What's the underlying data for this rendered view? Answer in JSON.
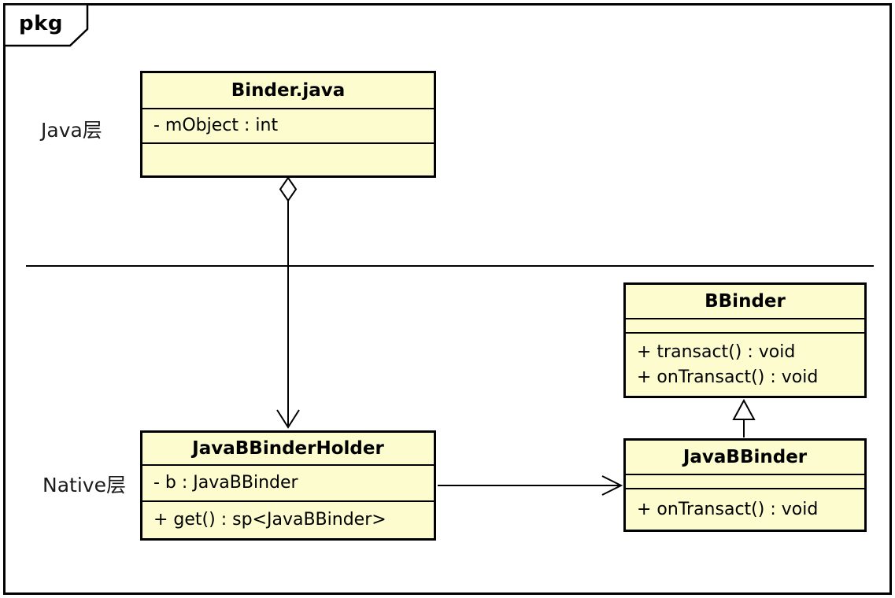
{
  "frame": {
    "tab_label": "pkg"
  },
  "layers": {
    "java_label": "Java层",
    "native_label": "Native层"
  },
  "colors": {
    "class_fill": "#FCFCCE",
    "line_color": "#000000",
    "background": "#FFFFFF"
  },
  "classes": [
    {
      "name": "Binder.java",
      "attributes": [
        "- mObject : int"
      ],
      "methods": []
    },
    {
      "name": "JavaBBinderHolder",
      "attributes": [
        "- b : JavaBBinder"
      ],
      "methods": [
        "+ get() : sp<JavaBBinder>"
      ]
    },
    {
      "name": "BBinder",
      "attributes": [],
      "methods": [
        "+ transact() : void",
        "+ onTransact() : void"
      ]
    },
    {
      "name": "JavaBBinder",
      "attributes": [],
      "methods": [
        "+ onTransact() : void"
      ]
    }
  ],
  "relationships": [
    {
      "type": "aggregation-directed",
      "from": "Binder.java",
      "to": "JavaBBinderHolder"
    },
    {
      "type": "association-directed",
      "from": "JavaBBinderHolder",
      "to": "JavaBBinder"
    },
    {
      "type": "generalization",
      "from": "JavaBBinder",
      "to": "BBinder"
    }
  ]
}
